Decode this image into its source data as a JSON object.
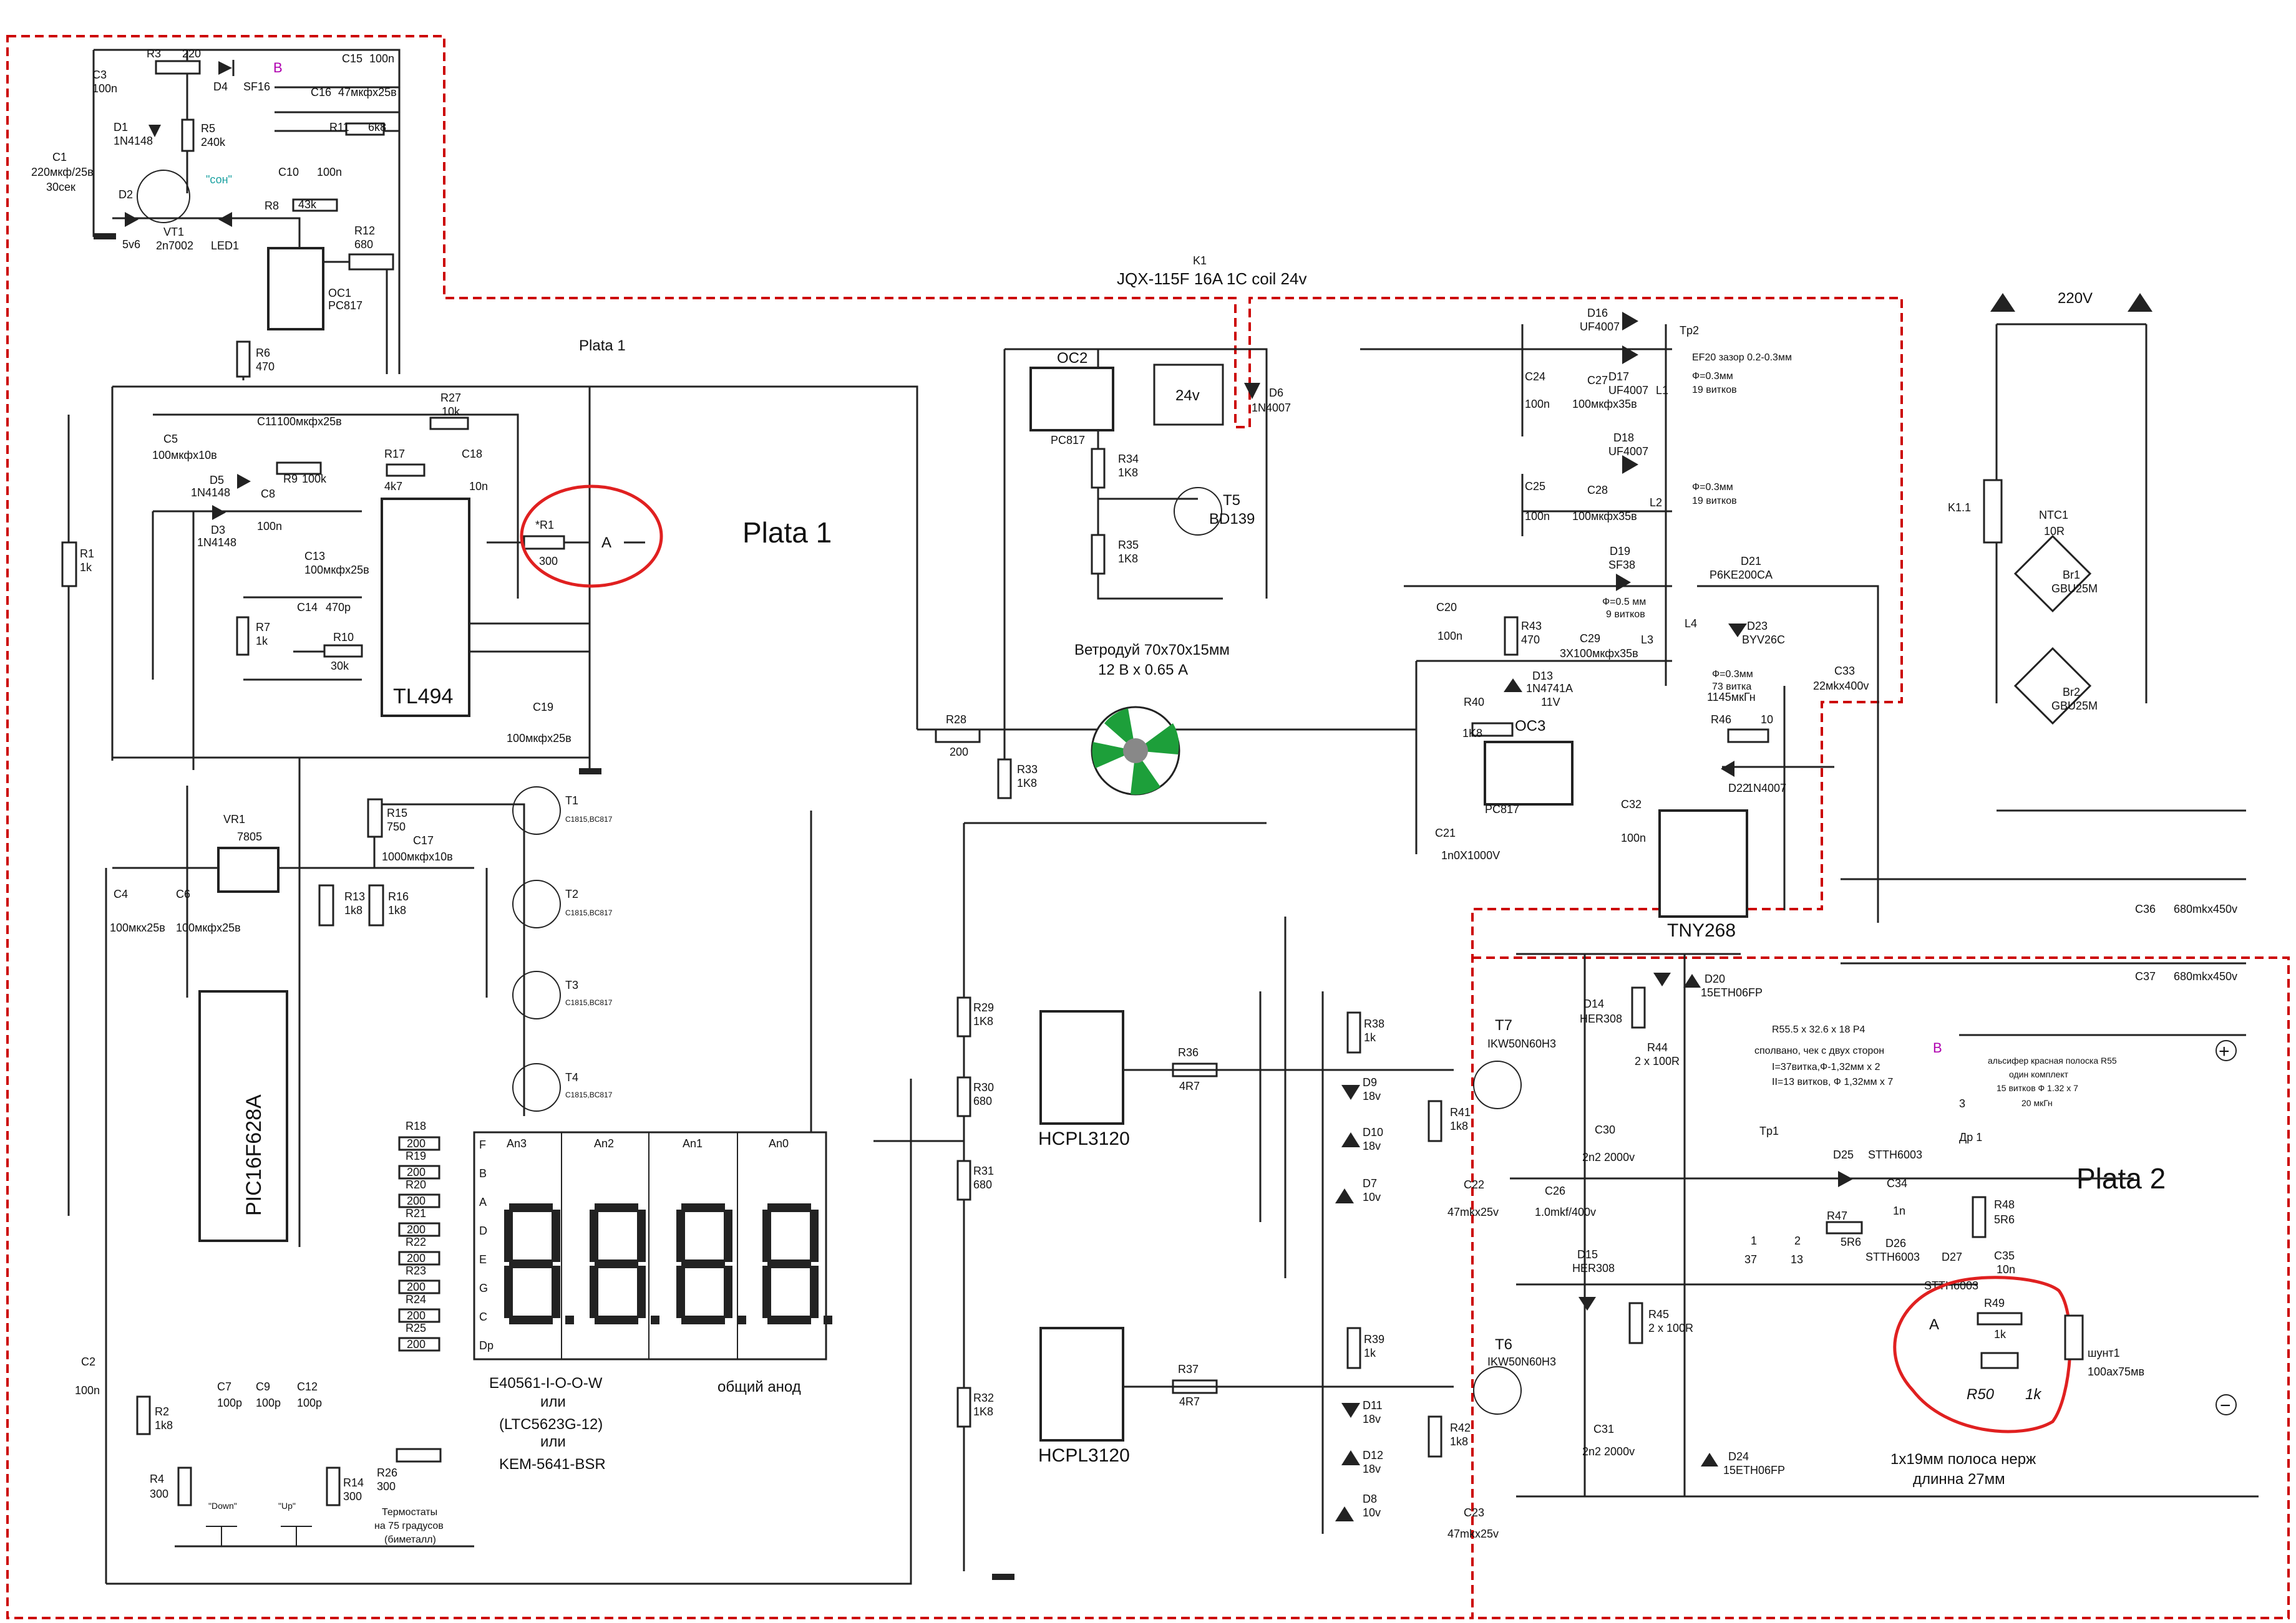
{
  "plates": {
    "plate1_top": "Plata 1",
    "plate1_main": "Plata 1",
    "plate2": "Plata 2"
  },
  "relay": {
    "ref": "K1",
    "model": "JQX-115F 16A 1C coil 24v",
    "coil_label": "24v",
    "contact": "K1.1"
  },
  "fan": {
    "title": "Ветродуй 70x70x15мм",
    "spec": "12 В x 0.65 А"
  },
  "mains": {
    "voltage": "220V"
  },
  "ics": {
    "tl494": "TL494",
    "pic": "PIC16F628A",
    "tny": "TNY268",
    "hcpl_top": "HCPL3120",
    "hcpl_bottom": "HCPL3120",
    "oc1": "OC1",
    "oc1_part": "PC817",
    "oc2": "OC2",
    "oc2_part": "PC817",
    "oc3": "OC3",
    "oc3_part": "PC817",
    "vr1": "VR1",
    "vr1_part": "7805"
  },
  "display": {
    "anodes": [
      "An3",
      "An2",
      "An1",
      "An0"
    ],
    "segments": [
      "F",
      "B",
      "A",
      "D",
      "E",
      "G",
      "C",
      "Dp"
    ],
    "model": "E40561-I-O-O-W",
    "or1": "или",
    "alt1": "(LTC5623G-12)",
    "or2": "или",
    "alt2": "KEM-5641-BSR",
    "common": "общий анод"
  },
  "top_section": {
    "r3": "R3",
    "r3v": "220",
    "d4": "D4",
    "d4v": "SF16",
    "b_mark": "B",
    "c15": "C15",
    "c15v": "100n",
    "c16": "C16",
    "c16v": "47мкфх25в",
    "r11": "R11",
    "r11v": "6k8",
    "c3": "C3",
    "c3v": "100n",
    "d1": "D1",
    "d1v": "1N4148",
    "r5": "R5",
    "r5v": "240k",
    "c1": "C1",
    "c1v": "220мкф/25в",
    "c1n": "30сек",
    "d2": "D2",
    "d2v": "5v6",
    "vt1": "VT1",
    "vt1v": "2n7002",
    "led1": "LED1",
    "son": "\"сон\"",
    "r8": "R8",
    "r8v": "43k",
    "c10": "C10",
    "c10v": "100n",
    "r12": "R12",
    "r12v": "680",
    "r6": "R6",
    "r6v": "470"
  },
  "pwm_section": {
    "c11": "C11",
    "c11v": "100мкфх25в",
    "r27": "R27",
    "r27v": "10k",
    "c5": "C5",
    "c5v": "100мкфх10в",
    "d5": "D5",
    "d5v": "1N4148",
    "r9": "R9",
    "r9v": "100k",
    "r17": "R17",
    "r17v": "4k7",
    "c18": "C18",
    "c18v": "10n",
    "c8": "C8",
    "c8v": "100n",
    "d3": "D3",
    "d3v": "1N4148",
    "c13": "C13",
    "c13v": "100мкфх25в",
    "r1x": "*R1",
    "r1xv": "300",
    "a_mark": "A",
    "c14": "C14",
    "c14v": "470p",
    "r10": "R10",
    "r10v": "30k",
    "r7": "R7",
    "r7v": "1k",
    "r1": "R1",
    "r1v": "1k",
    "c19": "C19",
    "c19v": "100мкфх25в"
  },
  "mcu_section": {
    "r15": "R15",
    "r15v": "750",
    "c17": "C17",
    "c17v": "1000мкфх10в",
    "c4": "C4",
    "c4v": "100мкх25в",
    "c6": "C6",
    "c6v": "100мкфх25в",
    "r13": "R13",
    "r13v": "1k8",
    "r16": "R16",
    "r16v": "1k8",
    "t1": "T1",
    "t2": "T2",
    "t3": "T3",
    "t4": "T4",
    "tpart": "C1815,BC817",
    "r_seg": [
      "R18",
      "R19",
      "R20",
      "R21",
      "R22",
      "R23",
      "R24",
      "R25"
    ],
    "r_segv": "200",
    "c2": "C2",
    "c2v": "100n",
    "r2": "R2",
    "r2v": "1k8",
    "c7": "C7",
    "c7v": "100p",
    "c9": "C9",
    "c9v": "100p",
    "c12": "C12",
    "c12v": "100p",
    "r4": "R4",
    "r4v": "300",
    "r14": "R14",
    "r14v": "300",
    "r26": "R26",
    "r26v": "300",
    "down": "\"Down\"",
    "up": "\"Up\"",
    "thermo1": "Термостаты",
    "thermo2": "на 75 градусов",
    "thermo3": "(биметалл)"
  },
  "driver_section": {
    "r34": "R34",
    "r34v": "1K8",
    "r35": "R35",
    "r35v": "1K8",
    "t5": "T5",
    "t5v": "BD139",
    "d6": "D6",
    "d6v": "1N4007",
    "r28": "R28",
    "r28v": "200",
    "r33": "R33",
    "r33v": "1K8",
    "r29": "R29",
    "r29v": "1K8",
    "r30": "R30",
    "r30v": "680",
    "r31": "R31",
    "r31v": "680",
    "r32": "R32",
    "r32v": "1K8",
    "r36": "R36",
    "r36v": "4R7",
    "r37": "R37",
    "r37v": "4R7",
    "r38": "R38",
    "r38v": "1k",
    "r39": "R39",
    "r39v": "1k",
    "r41": "R41",
    "r41v": "1k8",
    "r42": "R42",
    "r42v": "1k8",
    "d9": "D9",
    "d10": "D10",
    "d11": "D11",
    "d12": "D12",
    "dzv": "18v",
    "d7": "D7",
    "d8": "D8",
    "d78v": "10v",
    "c22": "C22",
    "c23": "C23",
    "c2223v": "47mkx25v",
    "t7": "T7",
    "t6": "T6",
    "igbt": "IKW50N60H3"
  },
  "power_section": {
    "d16": "D16",
    "d16v": "UF4007",
    "d17": "D17",
    "d17v": "UF4007",
    "d18": "D18",
    "d18v": "UF4007",
    "d19": "D19",
    "d19v": "SF38",
    "c24": "C24",
    "c24v": "100n",
    "c27": "C27",
    "c27v": "100мкфх35в",
    "c25": "C25",
    "c25v": "100n",
    "c28": "C28",
    "c28v": "100мкфх35в",
    "l1": "L1",
    "l2": "L2",
    "l3": "L3",
    "tp2": "Tp2",
    "ef20": "EF20  зазор 0.2-0.3мм",
    "w1a": "Ф=0.3мм",
    "w1b": "19 витков",
    "w2a": "Ф=0.3мм",
    "w2b": "19 витков",
    "w3a": "Ф=0.5 мм",
    "w3b": "9 витков",
    "d21": "D21",
    "d21v": "P6KE200CA",
    "l4": "L4",
    "d23": "D23",
    "d23v": "BYV26C",
    "w4a": "Ф=0.3мм",
    "w4b": "73 витка",
    "w4c": "1145мкГн",
    "c20": "C20",
    "c20v": "100n",
    "r43": "R43",
    "r43v": "470",
    "c29": "C29",
    "c29v": "3X100мкфх35в",
    "d13": "D13",
    "d13v": "1N4741A",
    "d13w": "11V",
    "c33": "C33",
    "c33v": "22мkх400v",
    "r40": "R40",
    "r40v": "1K8",
    "r46": "R46",
    "r46v": "10",
    "d22": "D22",
    "d22v": "1N4007",
    "c32": "C32",
    "c32v": "100n",
    "c21": "C21",
    "c21v": "1n0X1000V",
    "ntc1": "NTC1",
    "ntc1v": "10R",
    "br1": "Br1",
    "br2": "Br2",
    "brv": "GBU25M",
    "c36": "C36",
    "c36v": "680mkx450v",
    "c37": "C37",
    "c37v": "680mkx450v"
  },
  "output_section": {
    "d20": "D20",
    "d20v": "15ETH06FP",
    "d14": "D14",
    "d14v": "HER308",
    "r44": "R44",
    "r44v": "2 x 100R",
    "d15": "D15",
    "d15v": "HER308",
    "r45": "R45",
    "r45v": "2 x 100R",
    "c30": "C30",
    "c30v": "2n2 2000v",
    "c31": "C31",
    "c31v": "2n2  2000v",
    "c26": "C26",
    "c26v": "1.0mkf/400v",
    "d24": "D24",
    "d24v": "15ETH06FP",
    "core": "R55.5 x 32.6 x 18 P4",
    "wind0": "сполвано, чек с двух сторон",
    "wind1": "I=37витка,Ф-1,32мм x 2",
    "wind2": "II=13 витков, Ф 1,32мм x 7",
    "tp1": "Tp1",
    "n1": "1",
    "n37": "37",
    "n2": "2",
    "n13": "13",
    "d25": "D25",
    "stth_a": "STTH6003",
    "c34": "C34",
    "c34v": "1n",
    "r47": "R47",
    "r47v": "5R6",
    "d26": "D26",
    "stth_b": "STTH6003",
    "d27": "D27",
    "stth_c": "STTH6003",
    "r48": "R48",
    "r48v": "5R6",
    "c35": "C35",
    "c35v": "10n",
    "dr1": "Др 1",
    "dr_n": "3",
    "als1": "альсифер красная полоска R55",
    "als2": "один комплект",
    "als3": "15 витков Ф 1.32 x 7",
    "als4": "20 мкГн",
    "b_mark": "B",
    "plus": "+",
    "minus": "−",
    "r49": "R49",
    "r49v": "1k",
    "r50": "R50",
    "r50v": "1k",
    "a_mark": "A",
    "shunt": "шунт1",
    "shuntv": "100ax75мв",
    "strip1": "1x19мм полоса нерж",
    "strip2": "длинна 27мм"
  }
}
